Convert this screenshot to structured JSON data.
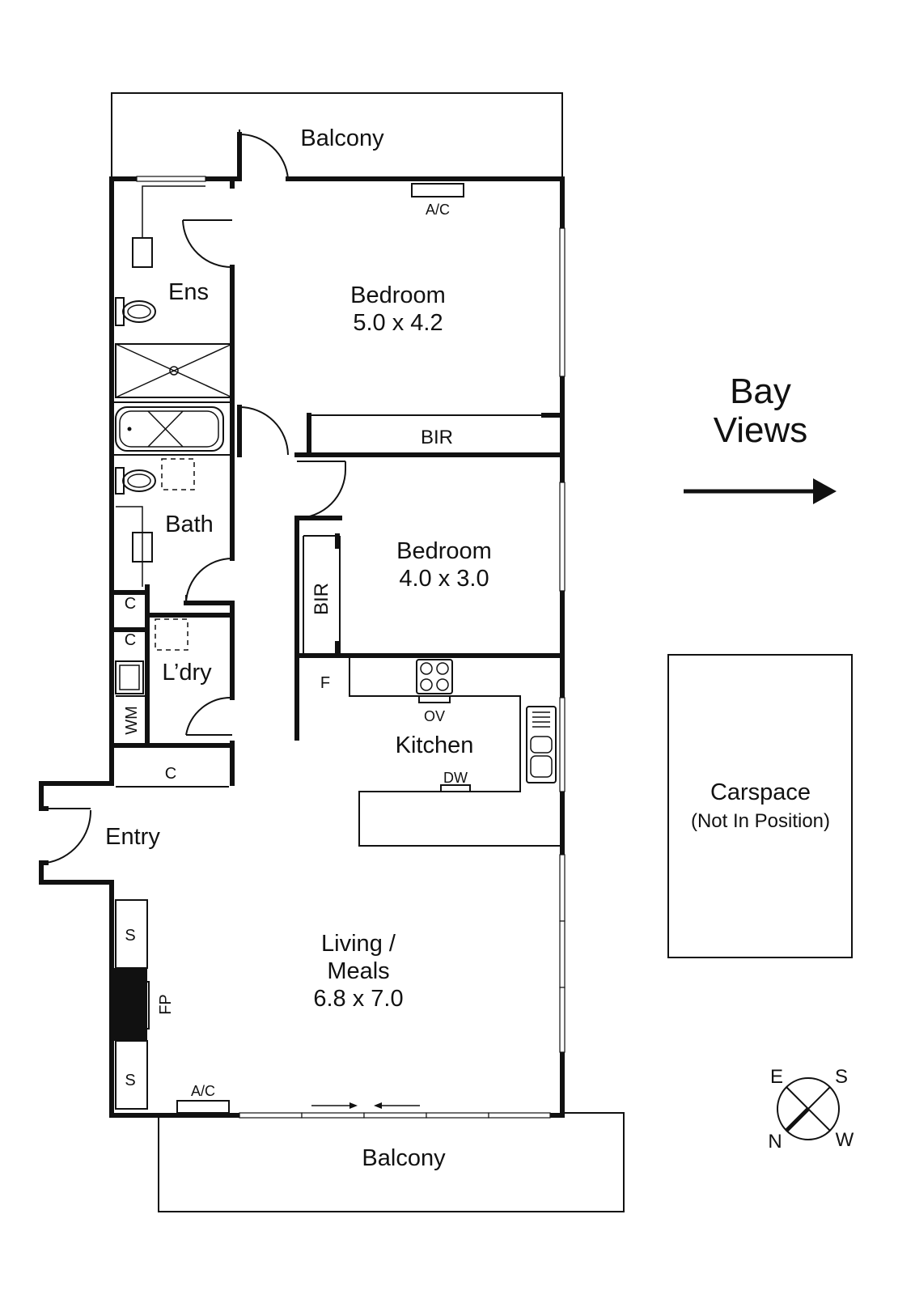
{
  "rooms": {
    "balcony_top": "Balcony",
    "ensuite": "Ens",
    "bedroom1_name": "Bedroom",
    "bedroom1_size": "5.0 x 4.2",
    "bir1": "BIR",
    "bedroom2_name": "Bedroom",
    "bedroom2_size": "4.0 x 3.0",
    "bir2": "BIR",
    "bath": "Bath",
    "laundry": "L’dry",
    "kitchen": "Kitchen",
    "entry": "Entry",
    "living_line1": "Living /",
    "living_line2": "Meals",
    "living_size": "6.8 x 7.0",
    "balcony_bottom": "Balcony"
  },
  "fixtures": {
    "ac_top": "A/C",
    "ac_bottom": "A/C",
    "cupboard_1": "C",
    "cupboard_2": "C",
    "cupboard_3": "C",
    "washing_machine": "WM",
    "fridge": "F",
    "oven": "OV",
    "dishwasher": "DW",
    "storage_1": "S",
    "storage_2": "S",
    "fireplace": "FP"
  },
  "annotations": {
    "bay_line1": "Bay",
    "bay_line2": "Views",
    "carspace_line1": "Carspace",
    "carspace_line2": "(Not In Position)"
  },
  "compass": {
    "east": "E",
    "south": "S",
    "north": "N",
    "west": "W"
  }
}
